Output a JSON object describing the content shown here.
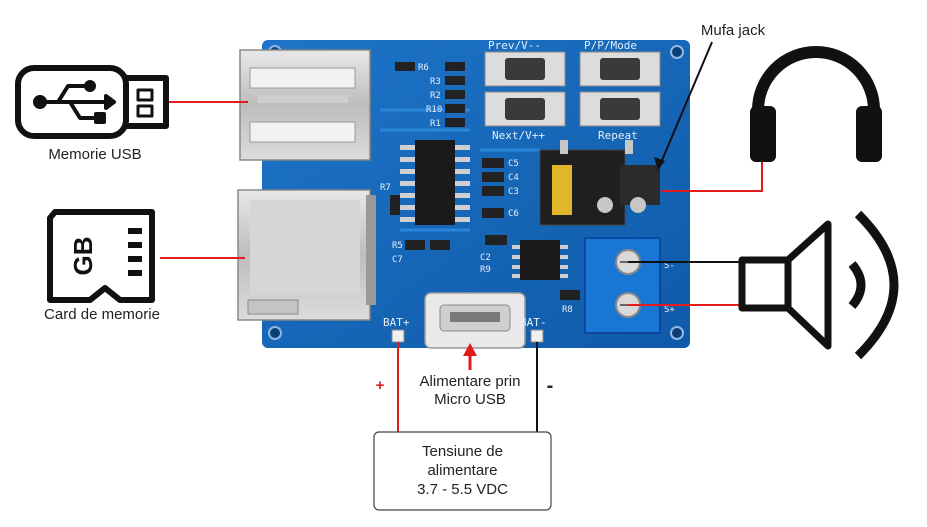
{
  "labels": {
    "usb": "Memorie USB",
    "sd": "Card de memorie",
    "jack": "Mufa jack",
    "power_usb": "Alimentare prin\nMicro USB",
    "supply": "Tensiune de\nalimentare\n3.7 - 5.5 VDC",
    "plus": "+",
    "minus": "-"
  },
  "pcb_labels": {
    "prev": "Prev/V--",
    "pp_mode": "P/P/Mode",
    "next": "Next/V++",
    "repeat": "Repeat",
    "bat_plus": "BAT+",
    "bat_minus": "BAT-",
    "r6": "R6",
    "r3": "R3",
    "r2": "R2",
    "r10": "R10",
    "r1": "R1",
    "r7": "R7",
    "r5": "R5",
    "c7": "C7",
    "c4": "C4",
    "c3": "C3",
    "c2": "C2",
    "c6": "C6",
    "c5": "C5",
    "r9": "R9",
    "r8": "R8",
    "s_minus": "S-",
    "s_plus": "S+"
  },
  "colors": {
    "wire_red": "#e21b1b",
    "wire_black": "#111111",
    "pcb_blue": "#1565c0",
    "terminal_blue": "#1976d2"
  },
  "icons": [
    "usb-stick-icon",
    "sd-card-icon",
    "headphones-icon",
    "speaker-icon"
  ]
}
